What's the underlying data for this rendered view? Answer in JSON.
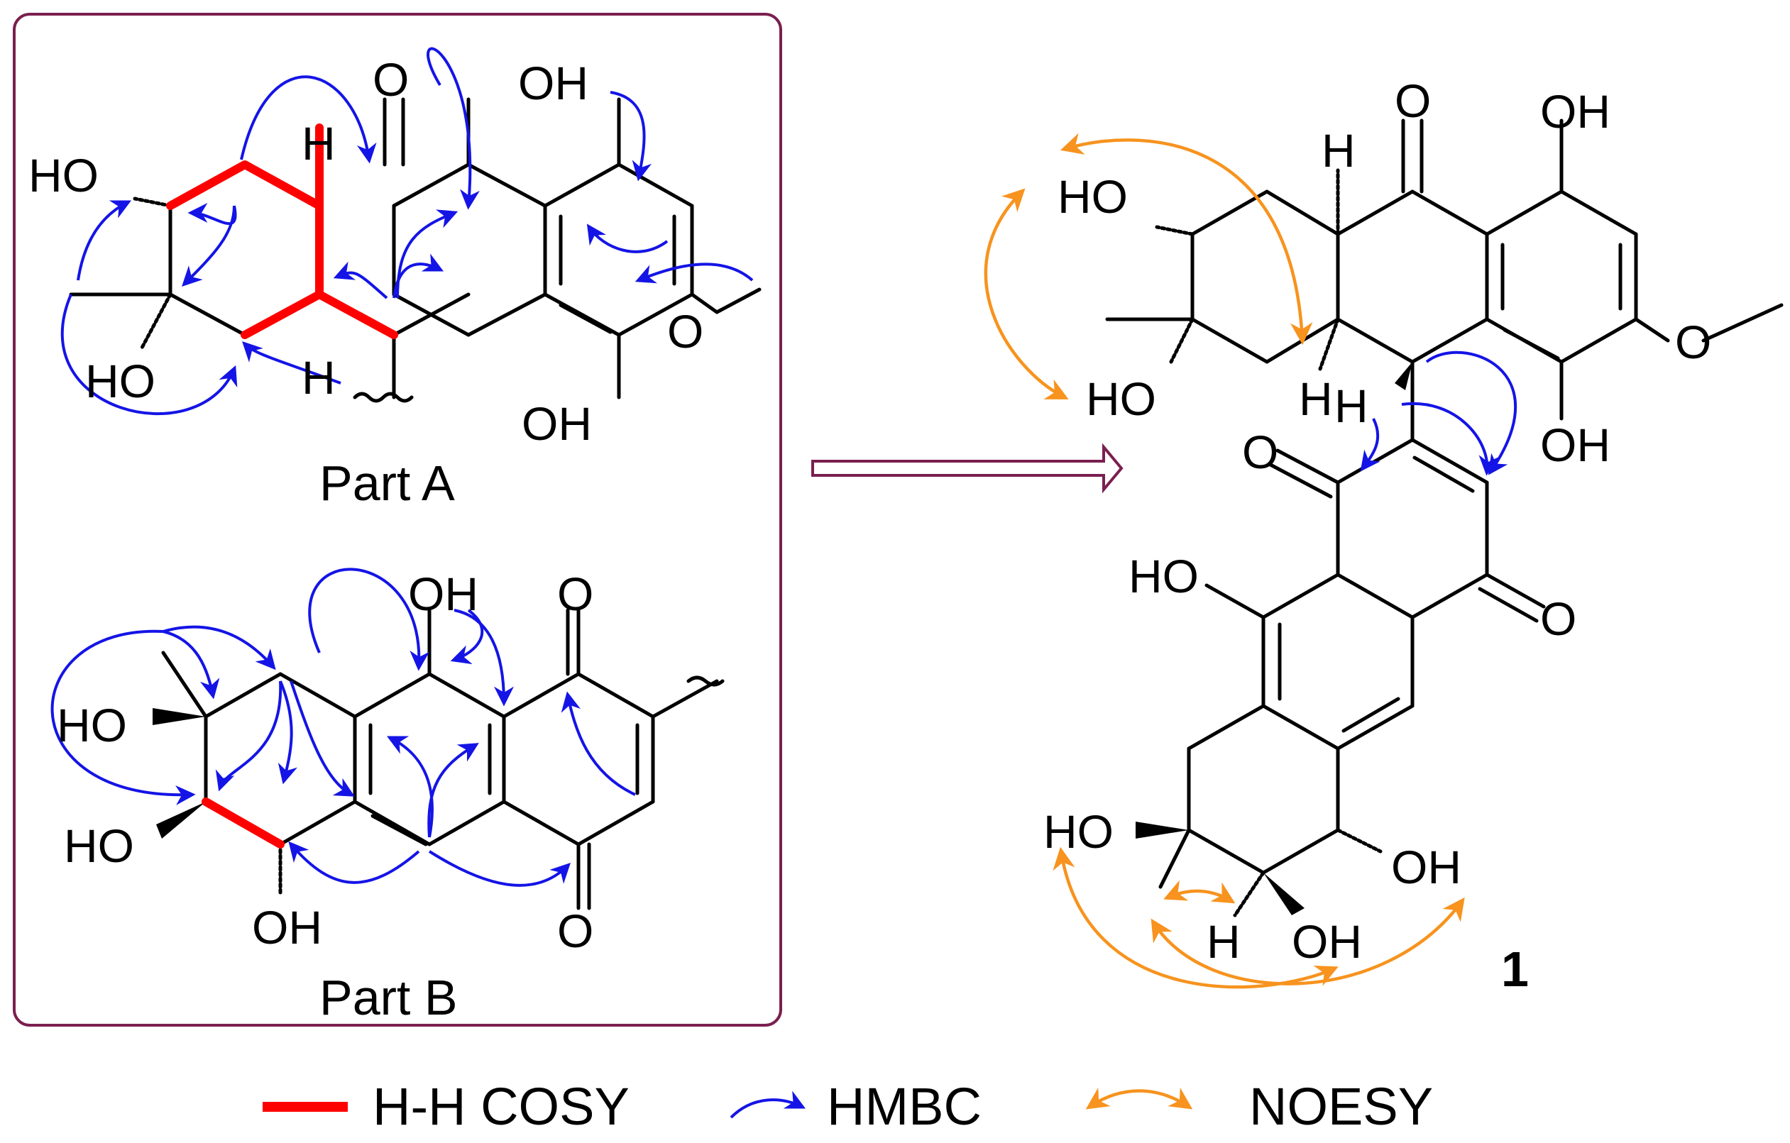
{
  "part_a": {
    "caption": "Part A",
    "labels": {
      "ho_top": "HO",
      "ho_bottom": "HO",
      "oh_top": "OH",
      "oh_bottom": "OH",
      "o_ketone": "O",
      "o_methoxy": "O",
      "h_top": "H",
      "h_bottom": "H"
    }
  },
  "part_b": {
    "caption": "Part B",
    "labels": {
      "ho_1": "HO",
      "ho_2": "HO",
      "oh_bottom": "OH",
      "oh_top": "OH",
      "o_top": "O",
      "o_bottom": "O"
    }
  },
  "compound": {
    "number": "1",
    "labels": {
      "ho_a": "HO",
      "ho_b": "HO",
      "oh_a": "OH",
      "oh_b": "OH",
      "o_ketone": "O",
      "o_methoxy": "O",
      "h_top": "H",
      "h_mid": "H",
      "h_c": "H",
      "o_quinone_left": "O",
      "o_quinone_right": "O",
      "ho_c": "HO",
      "ho_d": "HO",
      "oh_c": "OH",
      "oh_d": "OH",
      "h_d": "H"
    }
  },
  "legend": {
    "cosy_label": "H-H COSY",
    "hmbc_label": "HMBC",
    "noesy_label": "NOESY"
  },
  "colors": {
    "cosy": "#ff0000",
    "hmbc": "#1414e6",
    "noesy": "#f7931e",
    "frame": "#7a1f4f"
  }
}
